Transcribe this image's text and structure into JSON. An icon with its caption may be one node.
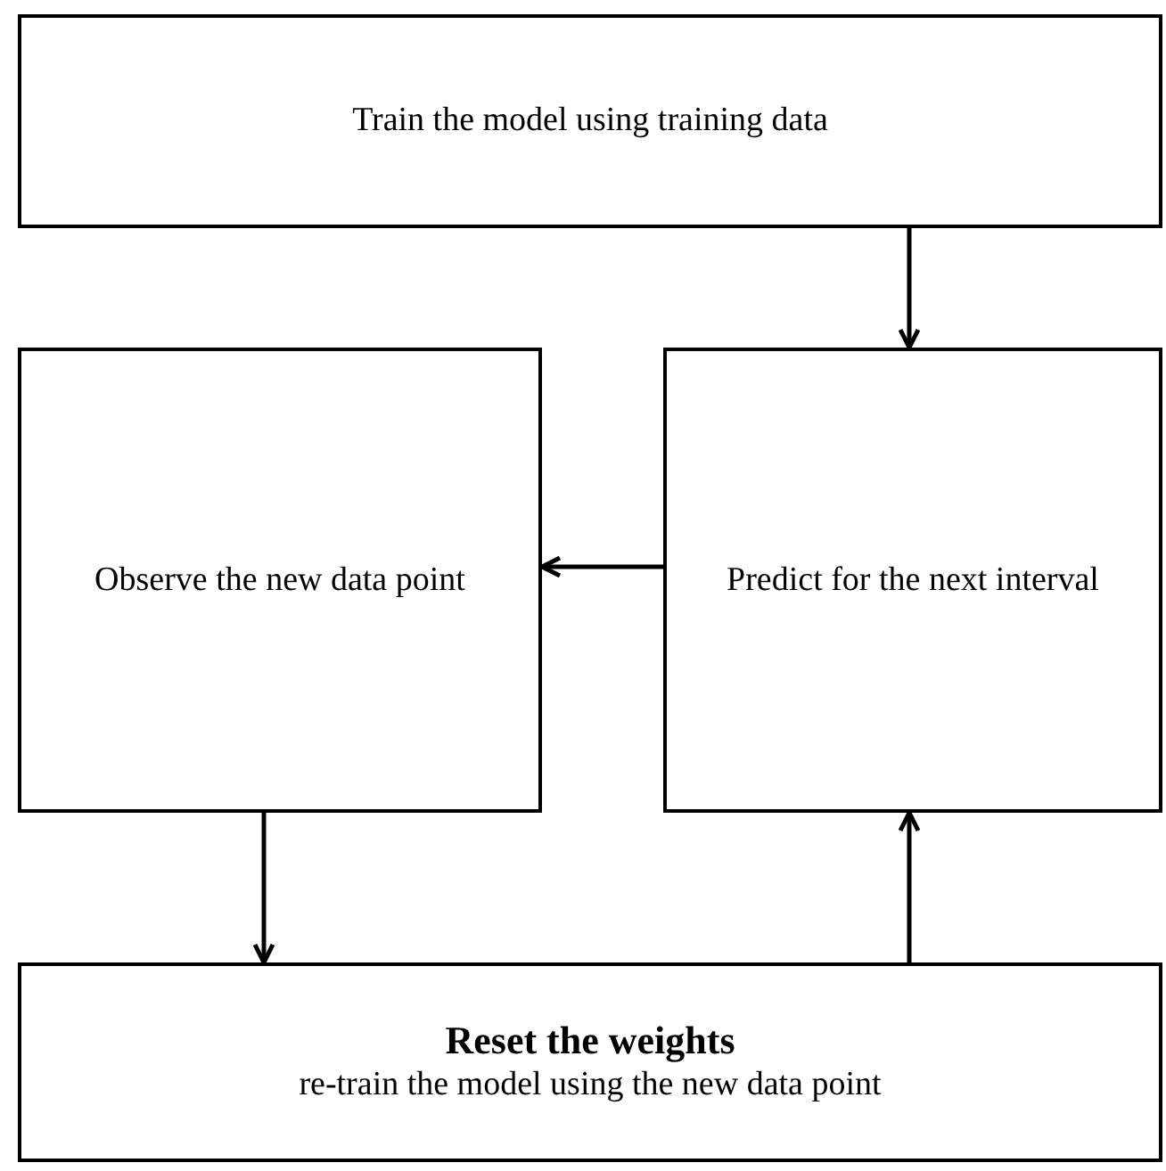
{
  "diagram": {
    "nodes": [
      {
        "text": [
          "Train the model using training data"
        ]
      },
      {
        "text": [
          "Observe the new data point"
        ]
      },
      {
        "text": [
          "Predict for the next interval"
        ]
      },
      {
        "text": [
          "Reset the weights",
          "re-train the model using the new data point"
        ]
      }
    ],
    "edges": [
      {
        "from": 0,
        "to": 2,
        "arrow": "to"
      },
      {
        "from": 2,
        "to": 1,
        "arrow": "to"
      },
      {
        "from": 1,
        "to": 3,
        "arrow": "to"
      },
      {
        "from": 3,
        "to": 2,
        "arrow": "to"
      }
    ]
  }
}
